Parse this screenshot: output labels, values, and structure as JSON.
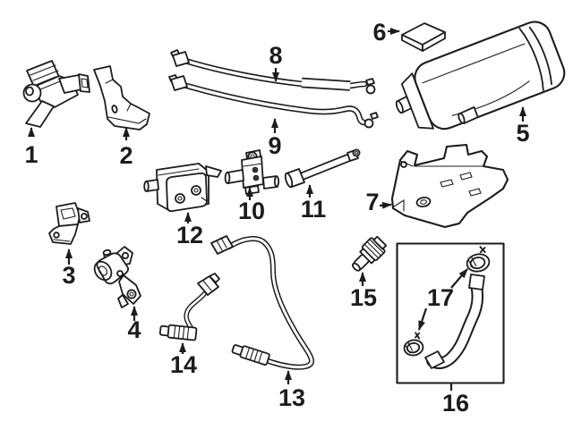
{
  "colors": {
    "ink": "#1c1c1c",
    "paper": "#ffffff"
  },
  "callouts": [
    {
      "label": "1"
    },
    {
      "label": "2"
    },
    {
      "label": "3"
    },
    {
      "label": "4"
    },
    {
      "label": "5"
    },
    {
      "label": "6"
    },
    {
      "label": "7"
    },
    {
      "label": "8"
    },
    {
      "label": "9"
    },
    {
      "label": "10"
    },
    {
      "label": "11"
    },
    {
      "label": "12"
    },
    {
      "label": "13"
    },
    {
      "label": "14"
    },
    {
      "label": "15"
    },
    {
      "label": "16"
    },
    {
      "label": "17"
    }
  ]
}
